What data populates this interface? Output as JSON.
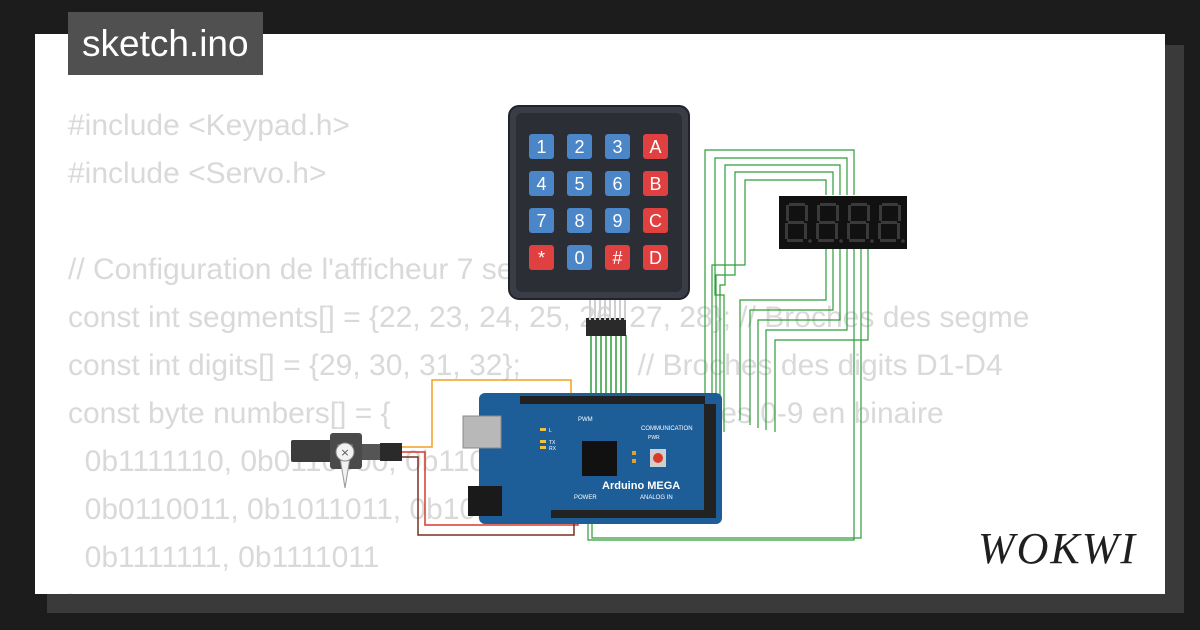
{
  "header": {
    "title": "sketch.ino"
  },
  "brand": {
    "name": "WOKWI"
  },
  "code": {
    "lines": [
      "#include <Keypad.h>",
      "#include <Servo.h>",
      "",
      "// Configuration de l'afficheur 7 segments",
      "const int segments[] = {22, 23, 24, 25, 26, 27, 28}; // Broches des segme",
      "const int digits[] = {29, 30, 31, 32};              // Broches des digits D1-D4",
      "const byte numbers[] = {                            // Chiffres 0-9 en binaire",
      "  0b1111110, 0b0110000, 0b1101101, 0b1111001,",
      "  0b0110011, 0b1011011, 0b1011111, 0b1110000,",
      "  0b1111111, 0b1111011",
      "};"
    ]
  },
  "keypad": {
    "keys": [
      "1",
      "2",
      "3",
      "A",
      "4",
      "5",
      "6",
      "B",
      "7",
      "8",
      "9",
      "C",
      "*",
      "0",
      "#",
      "D"
    ]
  },
  "board": {
    "name": "Arduino MEGA",
    "power_label": "POWER",
    "analog_label": "ANALOG IN",
    "pwm_label": "PWM",
    "comm_label": "COMMUNICATION",
    "pwr_led": "PWR",
    "led_l": "L",
    "led_tx": "TX",
    "led_rx": "RX"
  },
  "display": {
    "digits": 4
  },
  "colors": {
    "wire_green": "#2e9e3a",
    "wire_orange": "#f0a020",
    "wire_red": "#d83a2a",
    "board_blue": "#1d5e99",
    "key_blue": "#4a86c8",
    "key_red": "#e0403f"
  }
}
